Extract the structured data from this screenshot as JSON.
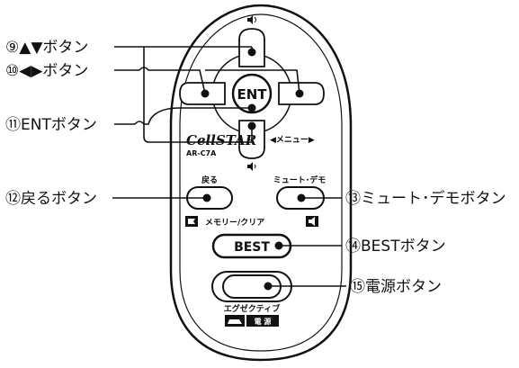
{
  "callouts": {
    "up_down": "⑨▲▼ボタン",
    "left_right": "⑩◀▶ボタン",
    "ent": "⑪ENTボタン",
    "back": "⑫戻るボタン",
    "mute_demo": "⑬ミュート･デモボタン",
    "best": "⑭BESTボタン",
    "power": "⑮電源ボタン"
  },
  "remote": {
    "brand": "CellSTAR",
    "model": "AR-C7A",
    "ent_label": "ENT",
    "menu_label": "◀メニュー▶",
    "back_label": "戻る",
    "mute_demo_label": "ミュート･デモ",
    "memory_clear_label": "メモリー/クリア",
    "best_label": "BEST",
    "executive_label": "エグゼクティブ",
    "power_label": "電 源",
    "volume_up_icon": "speaker-up-icon",
    "volume_down_icon": "speaker-down-icon"
  },
  "colors": {
    "line": "#111111",
    "fill": "#ffffff",
    "icon_bg": "#111111"
  }
}
